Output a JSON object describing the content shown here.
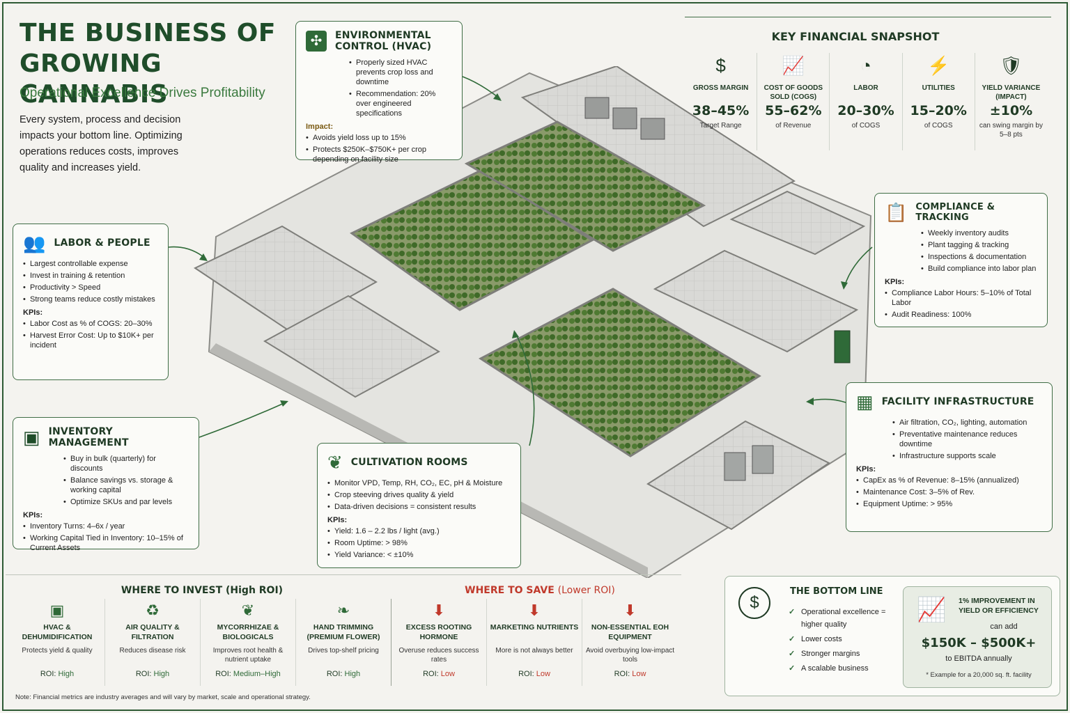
{
  "header": {
    "title_line1": "THE BUSINESS OF",
    "title_line2": "GROWING CANNABIS",
    "subtitle": "Operational Excellence Drives Profitability",
    "intro": "Every system, process and decision impacts your bottom line. Optimizing operations reduces costs, improves quality and increases yield."
  },
  "hvac": {
    "title_line1": "ENVIRONMENTAL",
    "title_line2": "CONTROL (HVAC)",
    "icon": "fan-icon",
    "bullets": [
      "Properly sized HVAC prevents crop loss and downtime",
      "Recommendation: 20% over engineered specifications"
    ],
    "impact_label": "Impact:",
    "impact": [
      "Avoids yield loss up to 15%",
      "Protects $250K–$750K+ per crop depending on facility size"
    ]
  },
  "labor": {
    "title": "LABOR & PEOPLE",
    "icon": "people-icon",
    "bullets": [
      "Largest controllable expense",
      "Invest in training & retention",
      "Productivity > Speed",
      "Strong teams reduce costly mistakes"
    ],
    "kpi_label": "KPIs:",
    "kpis": [
      "Labor Cost as % of COGS: 20–30%",
      "Harvest Error Cost: Up to $10K+ per incident"
    ]
  },
  "inventory": {
    "title": "INVENTORY MANAGEMENT",
    "icon": "box-icon",
    "bullets": [
      "Buy in bulk (quarterly) for discounts",
      "Balance savings vs. storage & working capital",
      "Optimize SKUs and par levels"
    ],
    "kpi_label": "KPIs:",
    "kpis": [
      "Inventory Turns: 4–6x / year",
      "Working Capital Tied in Inventory: 10–15% of Current Assets"
    ]
  },
  "cultivation": {
    "title": "CULTIVATION ROOMS",
    "icon": "leaf-icon",
    "bullets": [
      "Monitor VPD, Temp, RH, CO₂, EC, pH & Moisture",
      "Crop steeving drives quality & yield",
      "Data-driven decisions = consistent results"
    ],
    "kpi_label": "KPIs:",
    "kpis": [
      "Yield: 1.6 – 2.2 lbs / light (avg.)",
      "Room Uptime: > 98%",
      "Yield Variance: < ±10%"
    ]
  },
  "compliance": {
    "title": "COMPLIANCE & TRACKING",
    "icon": "clipboard-icon",
    "bullets": [
      "Weekly inventory audits",
      "Plant tagging & tracking",
      "Inspections & documentation",
      "Build compliance into labor plan"
    ],
    "kpi_label": "KPIs:",
    "kpis": [
      "Compliance Labor Hours: 5–10% of Total Labor",
      "Audit Readiness: 100%"
    ]
  },
  "infrastructure": {
    "title": "FACILITY INFRASTRUCTURE",
    "icon": "building-icon",
    "bullets": [
      "Air filtration, CO₂, lighting, automation",
      "Preventative maintenance reduces downtime",
      "Infrastructure supports scale"
    ],
    "kpi_label": "KPIs:",
    "kpis": [
      "CapEx as % of Revenue: 8–15% (annualized)",
      "Maintenance Cost: 3–5% of Rev.",
      "Equipment Uptime: > 95%"
    ]
  },
  "financial": {
    "title": "KEY FINANCIAL SNAPSHOT",
    "metrics": [
      {
        "icon": "dollar-icon",
        "glyph": "$",
        "label": "GROSS MARGIN",
        "value": "38–45%",
        "sub": "Target Range"
      },
      {
        "icon": "growth-chart-icon",
        "glyph": "📈",
        "label": "COST OF GOODS SOLD (COGS)",
        "value": "55–62%",
        "sub": "of Revenue"
      },
      {
        "icon": "pie-chart-icon",
        "glyph": "◔",
        "label": "LABOR",
        "value": "20–30%",
        "sub": "of COGS"
      },
      {
        "icon": "lightning-icon",
        "glyph": "⚡",
        "label": "UTILITIES",
        "value": "15–20%",
        "sub": "of COGS"
      },
      {
        "icon": "shield-check-icon",
        "glyph": "🛡",
        "label": "YIELD VARIANCE (IMPACT)",
        "value": "±10%",
        "sub": "can swing margin by 5–8 pts"
      }
    ]
  },
  "invest": {
    "title": "WHERE TO INVEST (High ROI)",
    "items": [
      {
        "icon": "box-icon",
        "glyph": "▣",
        "name": "HVAC & DEHUMIDIFICATION",
        "desc": "Protects yield & quality",
        "roi_label": "ROI:",
        "roi": "High"
      },
      {
        "icon": "recycle-icon",
        "glyph": "♻",
        "name": "AIR QUALITY & FILTRATION",
        "desc": "Reduces disease risk",
        "roi_label": "ROI:",
        "roi": "High"
      },
      {
        "icon": "sprout-icon",
        "glyph": "❦",
        "name": "MYCORRHIZAE & BIOLOGICALS",
        "desc": "Improves root health & nutrient uptake",
        "roi_label": "ROI:",
        "roi": "Medium–High"
      },
      {
        "icon": "leaf-icon",
        "glyph": "❧",
        "name": "HAND TRIMMING (PREMIUM FLOWER)",
        "desc": "Drives top-shelf pricing",
        "roi_label": "ROI:",
        "roi": "High"
      }
    ]
  },
  "save": {
    "title": "WHERE TO SAVE",
    "title_paren": "(Lower ROI)",
    "items": [
      {
        "icon": "down-arrow-icon",
        "glyph": "⬇",
        "name": "EXCESS ROOTING HORMONE",
        "desc": "Overuse reduces success rates",
        "roi_label": "ROI:",
        "roi": "Low"
      },
      {
        "icon": "down-arrow-icon",
        "glyph": "⬇",
        "name": "MARKETING NUTRIENTS",
        "desc": "More is not always better",
        "roi_label": "ROI:",
        "roi": "Low"
      },
      {
        "icon": "down-arrow-icon",
        "glyph": "⬇",
        "name": "NON-ESSENTIAL EOH EQUIPMENT",
        "desc": "Avoid overbuying low-impact tools",
        "roi_label": "ROI:",
        "roi": "Low"
      }
    ]
  },
  "bottom_line": {
    "title": "THE BOTTOM LINE",
    "items": [
      "Operational excellence = higher quality",
      "Lower costs",
      "Stronger margins",
      "A scalable business"
    ],
    "impact_head": "1% IMPROVEMENT IN YIELD OR EFFICIENCY",
    "impact_can": "can add",
    "impact_value": "$150K – $500K+",
    "impact_to": "to EBITDA annually",
    "impact_foot": "* Example for a 20,000 sq. ft. facility"
  },
  "note": "Note: Financial metrics are industry averages and will vary by market, scale and operational strategy.",
  "colors": {
    "brand_green": "#1f4d2a",
    "accent_green": "#2f6a38",
    "save_red": "#c0392b",
    "background": "#f4f3ef"
  }
}
